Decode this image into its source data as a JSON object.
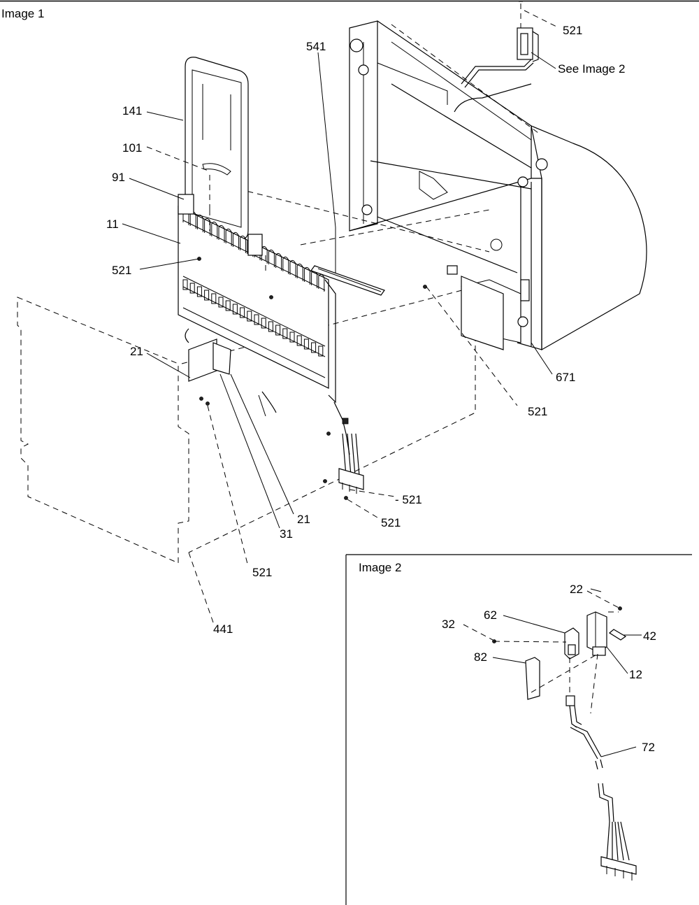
{
  "image1": {
    "title": "Image 1",
    "labels": {
      "l521_top": "521",
      "see_image2": "See Image 2",
      "l541": "541",
      "l141": "141",
      "l101": "101",
      "l91": "91",
      "l11": "11",
      "l521_left": "521",
      "l21_a": "21",
      "l671": "671",
      "l521_mid": "521",
      "l521_b1": "- 521",
      "l521_b2": "521",
      "l21_b": "21",
      "l31": "31",
      "l521_c": "521",
      "l441": "441"
    }
  },
  "image2": {
    "title": "Image 2",
    "labels": {
      "l22": "22",
      "l32": "32",
      "l62": "62",
      "l42": "42",
      "l82": "82",
      "l12": "12",
      "l72": "72"
    }
  }
}
